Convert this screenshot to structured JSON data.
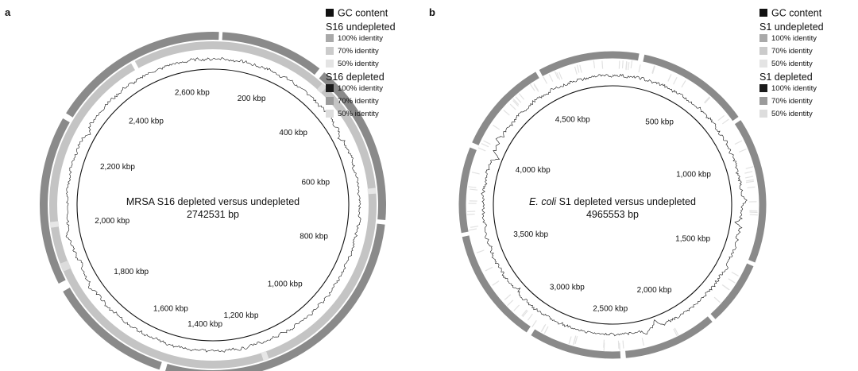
{
  "panels": [
    {
      "letter": "a",
      "title_prefix": "",
      "title": "MRSA S16 depleted versus undepleted",
      "length": "2742531 bp",
      "genome_bp": 2742531,
      "ticks": [
        {
          "bp": 200000,
          "label": "200 kbp"
        },
        {
          "bp": 400000,
          "label": "400 kbp"
        },
        {
          "bp": 600000,
          "label": "600 kbp"
        },
        {
          "bp": 800000,
          "label": "800 kbp"
        },
        {
          "bp": 1000000,
          "label": "1,000 kbp"
        },
        {
          "bp": 1200000,
          "label": "1,200 kbp"
        },
        {
          "bp": 1400000,
          "label": "1,400 kbp"
        },
        {
          "bp": 1600000,
          "label": "1,600 kbp"
        },
        {
          "bp": 1800000,
          "label": "1,800 kbp"
        },
        {
          "bp": 2000000,
          "label": "2,000 kbp"
        },
        {
          "bp": 2200000,
          "label": "2,200 kbp"
        },
        {
          "bp": 2400000,
          "label": "2,400 kbp"
        },
        {
          "bp": 2600000,
          "label": "2,600 kbp"
        }
      ],
      "legend": {
        "gc_label": "GC content",
        "groups": [
          {
            "name": "S16 undepleted",
            "items": [
              {
                "label": "100% identity",
                "color": "#a9a9a9"
              },
              {
                "label": "70% identity",
                "color": "#cbcbcb"
              },
              {
                "label": "50% identity",
                "color": "#e4e4e4"
              }
            ]
          },
          {
            "name": "S16 depleted",
            "items": [
              {
                "label": "100% identity",
                "color": "#1a1a1a"
              },
              {
                "label": "70% identity",
                "color": "#9b9b9b"
              },
              {
                "label": "50% identity",
                "color": "#dddddd"
              }
            ]
          }
        ]
      }
    },
    {
      "letter": "b",
      "title_prefix": "E. coli",
      "title": "S1 depleted versus undepleted",
      "length": "4965553 bp",
      "genome_bp": 4965553,
      "ticks": [
        {
          "bp": 500000,
          "label": "500 kbp"
        },
        {
          "bp": 1000000,
          "label": "1,000 kbp"
        },
        {
          "bp": 1500000,
          "label": "1,500 kbp"
        },
        {
          "bp": 2000000,
          "label": "2,000 kbp"
        },
        {
          "bp": 2500000,
          "label": "2,500 kbp"
        },
        {
          "bp": 3000000,
          "label": "3,000 kbp"
        },
        {
          "bp": 3500000,
          "label": "3,500 kbp"
        },
        {
          "bp": 4000000,
          "label": "4,000 kbp"
        },
        {
          "bp": 4500000,
          "label": "4,500 kbp"
        }
      ],
      "legend": {
        "gc_label": "GC content",
        "groups": [
          {
            "name": "S1 undepleted",
            "items": [
              {
                "label": "100% identity",
                "color": "#a9a9a9"
              },
              {
                "label": "70% identity",
                "color": "#cbcbcb"
              },
              {
                "label": "50% identity",
                "color": "#e4e4e4"
              }
            ]
          },
          {
            "name": "S1 depleted",
            "items": [
              {
                "label": "100% identity",
                "color": "#1a1a1a"
              },
              {
                "label": "70% identity",
                "color": "#9b9b9b"
              },
              {
                "label": "50% identity",
                "color": "#dddddd"
              }
            ]
          }
        ]
      }
    }
  ],
  "colors": {
    "outer_ring": "#8a8a8a",
    "inner_ring_a": "#c4c4c4",
    "gap": "#ffffff",
    "gc_line": "#111111",
    "backbone": "#111111"
  }
}
